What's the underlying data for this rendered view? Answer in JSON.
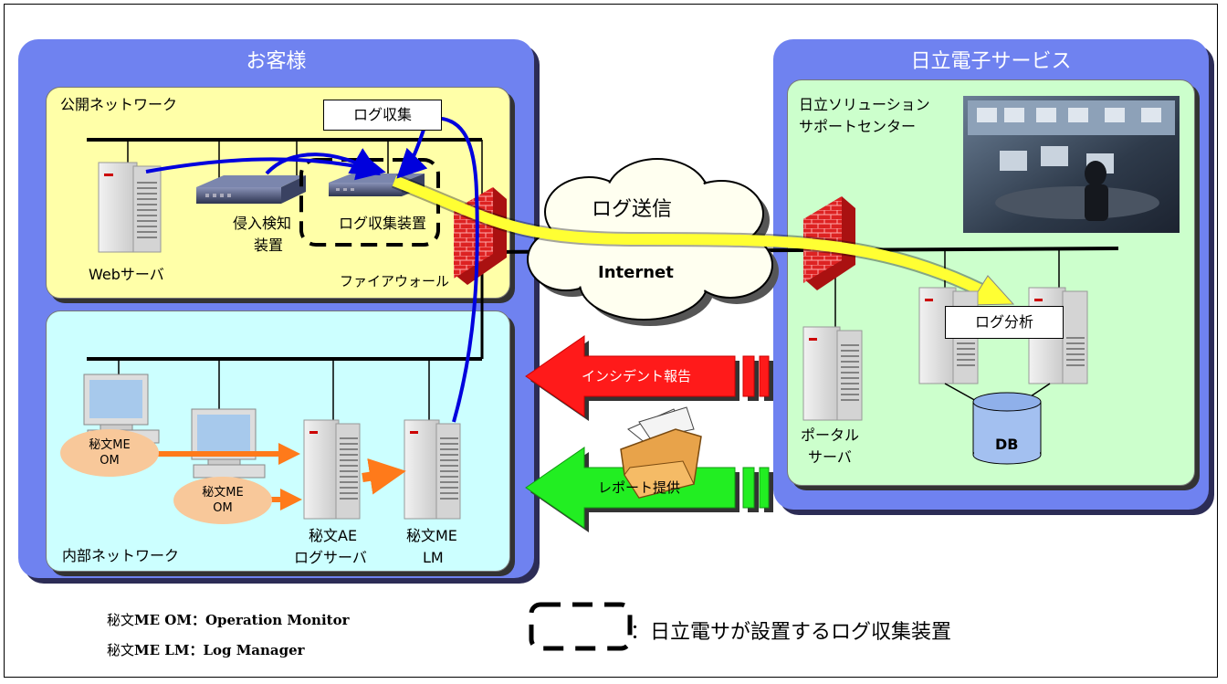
{
  "customer": {
    "title": "お客様",
    "public_network": "公開ネットワーク",
    "log_collection": "ログ収集",
    "web_server": "Webサーバ",
    "ids_line1": "侵入検知",
    "ids_line2": "装置",
    "collector": "ログ収集装置",
    "firewall": "ファイアウォール",
    "internal_network": "内部ネットワーク",
    "om_label_1a": "秘文ME",
    "om_label_1b": "OM",
    "om_label_2a": "秘文ME",
    "om_label_2b": "OM",
    "ae_line1": "秘文AE",
    "ae_line2": "ログサーバ",
    "lm_line1": "秘文ME",
    "lm_line2": "LM"
  },
  "provider": {
    "title": "日立電子サービス",
    "center_line1": "日立ソリューション",
    "center_line2": "サポートセンター",
    "log_analysis": "ログ分析",
    "db": "DB",
    "portal_line1": "ポータル",
    "portal_line2": "サーバ"
  },
  "cloud": {
    "log_send": "ログ送信",
    "internet": "Internet"
  },
  "arrows": {
    "incident": "インシデント報告",
    "report": "レポート提供"
  },
  "notes": {
    "om_prefix": "秘文",
    "om_abbr": "ME OM",
    "om_full": "：Operation Monitor",
    "lm_prefix": "秘文",
    "lm_abbr": "ME LM",
    "lm_full": "：Log Manager",
    "legend": "：日立電サが設置するログ収集装置"
  },
  "colors": {
    "panel": "#6f82f0",
    "public": "#ffffa8",
    "internal": "#ccffff",
    "provider_inner": "#ccffcc",
    "incident_arrow": "#ff1a1a",
    "report_arrow": "#22ee22",
    "log_arrow": "#ffff33",
    "connection": "#0000dd",
    "internal_flow": "#ff7a1a"
  }
}
